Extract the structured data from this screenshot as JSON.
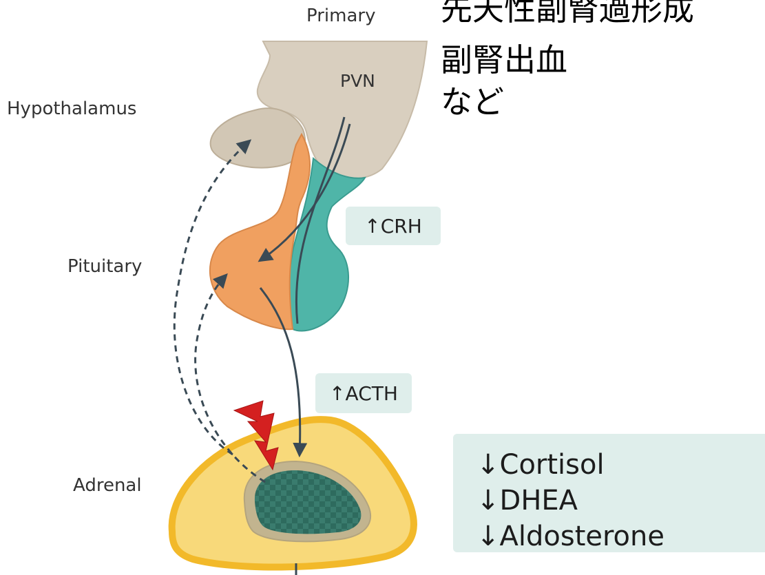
{
  "labels": {
    "primary": "Primary",
    "pvn": "PVN",
    "hypothalamus": "Hypothalamus",
    "pituitary": "Pituitary",
    "adrenal": "Adrenal"
  },
  "note_jp": {
    "line1": "先天性副腎過形成",
    "line2": "副腎出血",
    "line3": "など"
  },
  "hormones": {
    "crh": "↑CRH",
    "acth": "↑ACTH"
  },
  "effects": [
    "↓Cortisol",
    "↓DHEA",
    "↓Aldosterone"
  ],
  "colors": {
    "hypothalamus": "#d9cfbf",
    "anterior_pituitary": "#f0a060",
    "posterior_pituitary": "#4fb5a8",
    "adrenal_cortex": "#f5c85a",
    "adrenal_medulla": "#2e6b5e",
    "arrow": "#3a4a55",
    "lightning": "#d42020",
    "box": "#dfeeeb"
  }
}
